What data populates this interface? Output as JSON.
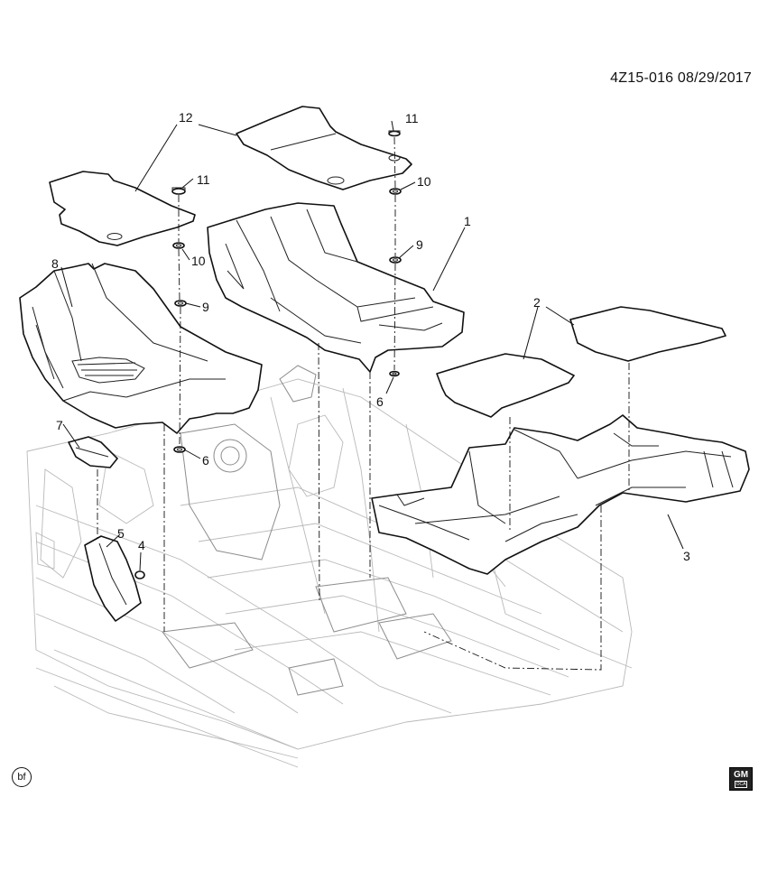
{
  "document_id": "4Z15-016  08/29/2017",
  "callouts": {
    "c1": "1",
    "c2": "2",
    "c3": "3",
    "c4": "4",
    "c5": "5",
    "c6a": "6",
    "c6b": "6",
    "c7": "7",
    "c8": "8",
    "c9a": "9",
    "c9b": "9",
    "c10a": "10",
    "c10b": "10",
    "c11a": "11",
    "c11b": "11",
    "c12": "12"
  },
  "footer": {
    "bf_mark": "bf",
    "logo_text": "GM",
    "logo_sub": "OCA"
  }
}
